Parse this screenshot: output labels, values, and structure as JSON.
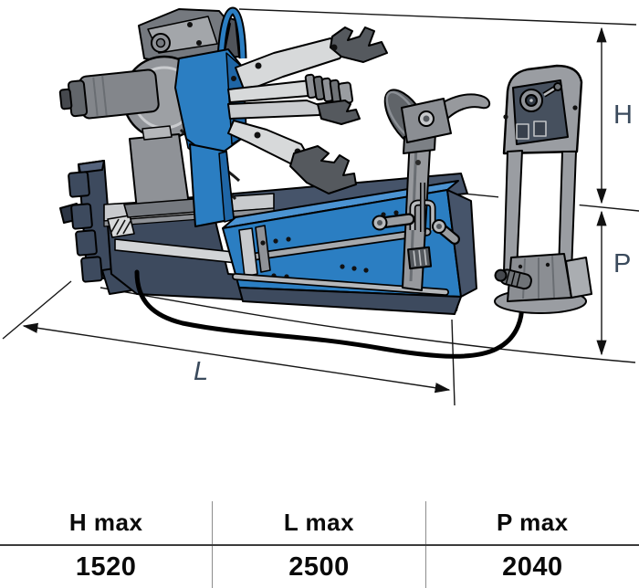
{
  "diagram": {
    "labels": {
      "h": "H",
      "p": "P",
      "l": "L"
    },
    "accent_color": "#2b7ec2",
    "frame_color": "#3d4a5e",
    "label_color": "#3a4a5c"
  },
  "spec_table": {
    "columns": [
      {
        "header": "H max",
        "value": "1520"
      },
      {
        "header": "L max",
        "value": "2500"
      },
      {
        "header": "P max",
        "value": "2040"
      }
    ]
  }
}
